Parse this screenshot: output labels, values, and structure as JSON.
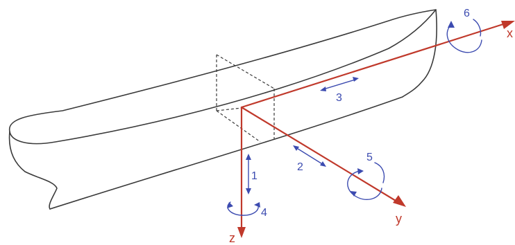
{
  "axes": {
    "x": "x",
    "y": "y",
    "z": "z"
  },
  "motions": [
    {
      "id": "surge",
      "label": "3"
    },
    {
      "id": "sway",
      "label": "2"
    },
    {
      "id": "heave",
      "label": "1"
    },
    {
      "id": "roll",
      "label": "6"
    },
    {
      "id": "pitch",
      "label": "5"
    },
    {
      "id": "yaw",
      "label": "4"
    }
  ],
  "colors": {
    "hull": "#3a3a3a",
    "axes": "#c0392b",
    "motions": "#3c4bb0"
  }
}
